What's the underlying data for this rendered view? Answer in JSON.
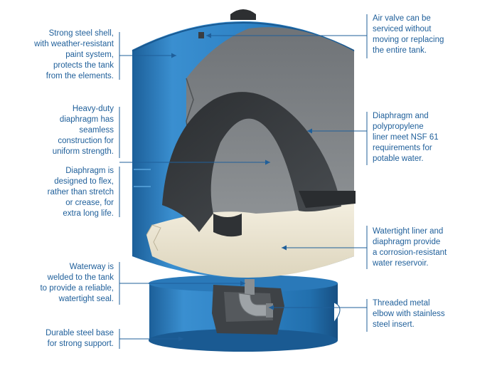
{
  "callouts_left": [
    {
      "id": "shell",
      "lines": [
        "Strong steel shell,",
        "with weather-resistant",
        "paint system,",
        "protects the tank",
        "from the elements."
      ]
    },
    {
      "id": "diaphragm-heavy",
      "lines": [
        "Heavy-duty",
        "diaphragm has",
        "seamless",
        "construction for",
        "uniform strength."
      ]
    },
    {
      "id": "diaphragm-flex",
      "lines": [
        "Diaphragm is",
        "designed to flex,",
        "rather than stretch",
        "or crease, for",
        "extra long life."
      ]
    },
    {
      "id": "waterway",
      "lines": [
        "Waterway is",
        "welded to the tank",
        "to provide a reliable,",
        "watertight seal."
      ]
    },
    {
      "id": "base",
      "lines": [
        "Durable steel base",
        "for strong support."
      ]
    }
  ],
  "callouts_right": [
    {
      "id": "air-valve",
      "lines": [
        "Air valve can be",
        "serviced without",
        "moving or replacing",
        "the entire tank."
      ]
    },
    {
      "id": "nsf",
      "lines": [
        "Diaphragm and",
        "polypropylene",
        "liner meet NSF 61",
        "requirements for",
        "potable water."
      ]
    },
    {
      "id": "liner",
      "lines": [
        "Watertight liner and",
        "diaphragm provide",
        "a corrosion-resistant",
        "water reservoir."
      ]
    },
    {
      "id": "elbow",
      "lines": [
        "Threaded metal",
        "elbow with stainless",
        "steel insert."
      ]
    }
  ],
  "colors": {
    "text": "#1f5f9a",
    "leader": "#1f5f9a",
    "tank_blue": "#2b7bbd",
    "tank_dark": "#1a5a92",
    "liner": "#ece6d4",
    "diaphragm": "#3a3d40"
  }
}
